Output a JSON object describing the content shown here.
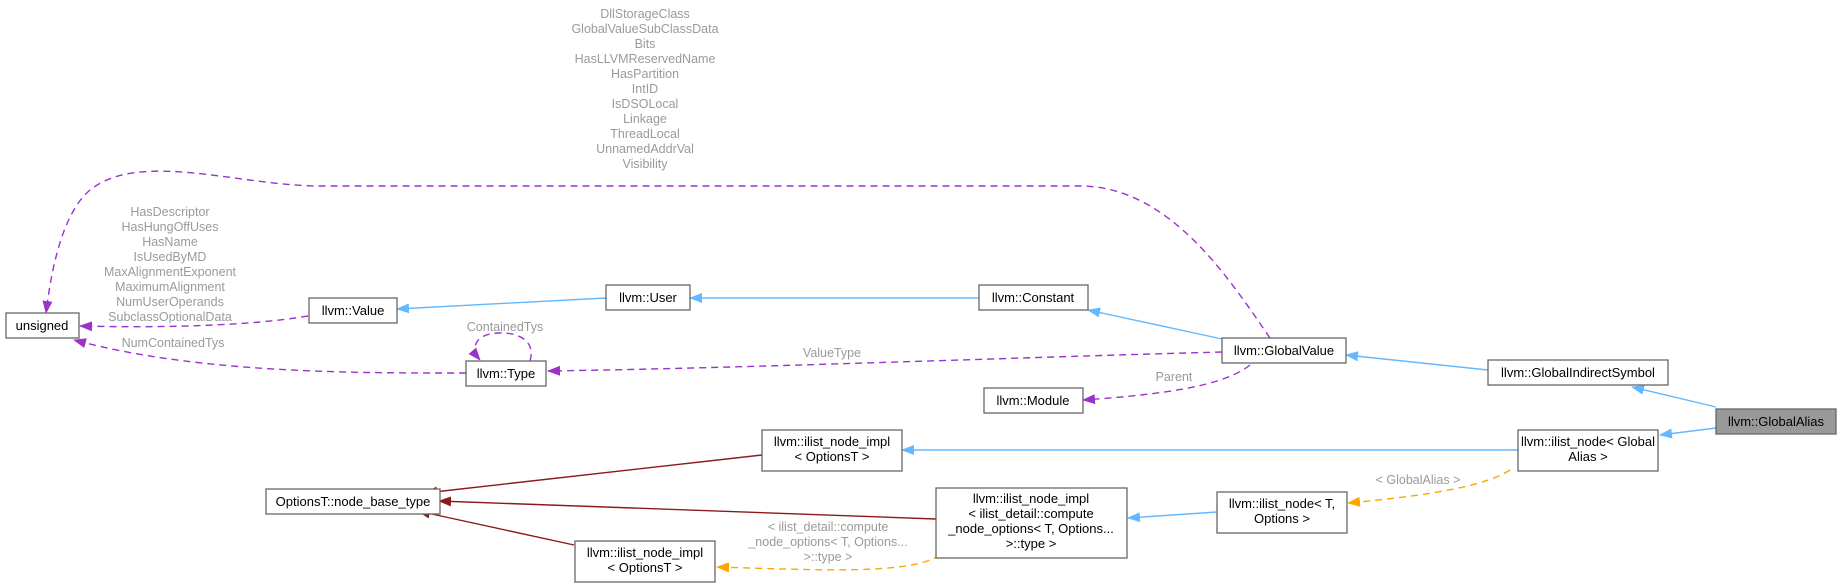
{
  "colors": {
    "inherit": "#63b8ff",
    "usage": "#9a32cd",
    "template": "#ffa500",
    "protected": "#8b1a1a",
    "highlight": "#999999"
  },
  "nodes": {
    "globalalias": [
      "llvm::GlobalAlias"
    ],
    "globalindirectsymbol": [
      "llvm::GlobalIndirectSymbol"
    ],
    "globalvalue": [
      "llvm::GlobalValue"
    ],
    "constant": [
      "llvm::Constant"
    ],
    "user": [
      "llvm::User"
    ],
    "value": [
      "llvm::Value"
    ],
    "unsigned": [
      "unsigned"
    ],
    "type": [
      "llvm::Type"
    ],
    "module": [
      "llvm::Module"
    ],
    "ilist_node_alias": [
      "llvm::ilist_node< Global",
      "Alias >"
    ],
    "ilist_node_impl_top": [
      "llvm::ilist_node_impl",
      "< OptionsT >"
    ],
    "node_base_type": [
      "OptionsT::node_base_type"
    ],
    "ilist_node_impl_mid": [
      "llvm::ilist_node_impl",
      "< ilist_detail::compute",
      "_node_options< T, Options...",
      ">::type >"
    ],
    "ilist_node_t": [
      "llvm::ilist_node< T,",
      "Options >"
    ],
    "ilist_node_impl_bottom": [
      "llvm::ilist_node_impl",
      "< OptionsT >"
    ]
  },
  "labels": {
    "globalvalue_members": [
      "DllStorageClass",
      "GlobalValueSubClassData",
      "Bits",
      "HasLLVMReservedName",
      "HasPartition",
      "IntID",
      "IsDSOLocal",
      "Linkage",
      "ThreadLocal",
      "UnnamedAddrVal",
      "Visibility"
    ],
    "value_members": [
      "HasDescriptor",
      "HasHungOffUses",
      "HasName",
      "IsUsedByMD",
      "MaxAlignmentExponent",
      "MaximumAlignment",
      "NumUserOperands",
      "SubclassOptionalData"
    ],
    "contained_tys": [
      "ContainedTys"
    ],
    "num_contained_tys": [
      "NumContainedTys"
    ],
    "value_type": [
      "ValueType"
    ],
    "parent": [
      "Parent"
    ],
    "global_alias_tpl": [
      "< GlobalAlias >"
    ],
    "compute_tpl": [
      "< ilist_detail::compute",
      "_node_options< T, Options...",
      ">::type >"
    ]
  }
}
